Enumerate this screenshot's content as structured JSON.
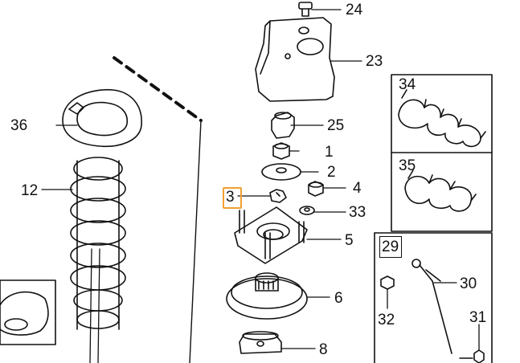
{
  "diagram": {
    "accent_color": "#f0a030",
    "highlighted_part": "3",
    "callouts": {
      "p24": "24",
      "p23": "23",
      "p34": "34",
      "p35": "35",
      "p36": "36",
      "p25": "25",
      "p1": "1",
      "p2": "2",
      "p12": "12",
      "p3": "3",
      "p4": "4",
      "p33": "33",
      "p5": "5",
      "p29": "29",
      "p30": "30",
      "p6": "6",
      "p32": "32",
      "p31": "31",
      "p8": "8"
    }
  }
}
